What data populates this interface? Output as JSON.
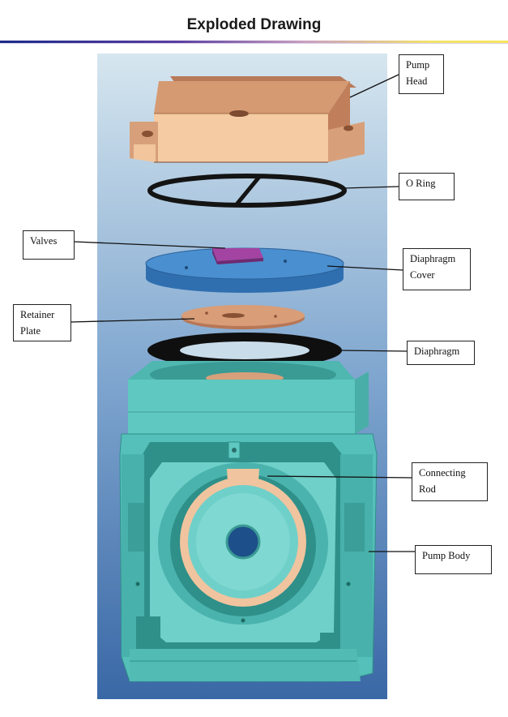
{
  "title": "Exploded Drawing",
  "colors": {
    "background_top": "#cfe0ec",
    "background_bottom": "#3f6fa8",
    "pump_head": "#d79a72",
    "pump_head_front": "#f3c9a0",
    "o_ring": "#1a1a1a",
    "valves": "#9b3a9a",
    "diaphragm_cover": "#3a7fc4",
    "retainer_plate": "#d39a74",
    "diaphragm": "#111111",
    "pump_body": "#5cc6bf",
    "connecting_rod": "#f0c49e"
  },
  "labels": {
    "pump_head": "Pump Head",
    "o_ring": "O Ring",
    "valves": "Valves",
    "diaphragm_cover": "Diaphragm Cover",
    "retainer_plate": "Retainer Plate",
    "diaphragm": "Diaphragm",
    "connecting_rod": "Connecting Rod",
    "pump_body": "Pump Body"
  }
}
